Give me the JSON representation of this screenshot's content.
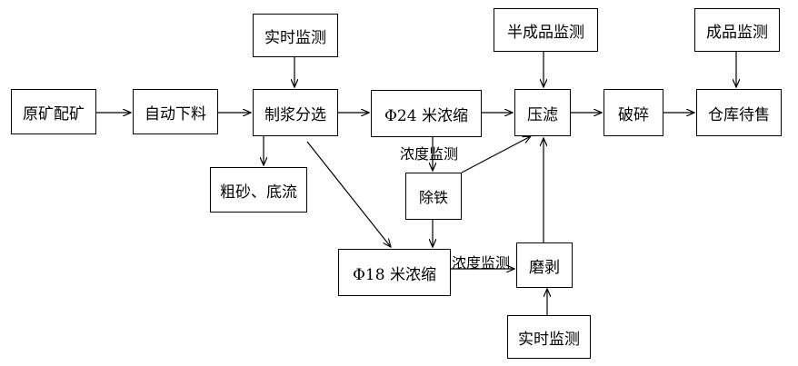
{
  "nodes": {
    "raw_ore": "原矿配矿",
    "auto_feed": "自动下料",
    "slurry": "制浆分选",
    "realtime_top": "实时监测",
    "coarse_sand": "粗砂、底流",
    "thick24": "Φ24 米浓缩",
    "iron_removal": "除铁",
    "thick18": "Φ18 米浓缩",
    "semi_monitor": "半成品监测",
    "press_filter": "压滤",
    "grinding": "磨剥",
    "realtime_bottom": "实时监测",
    "crushing": "破碎",
    "product_monitor": "成品监测",
    "warehouse": "仓库待售"
  },
  "edge_labels": {
    "density_top": "浓度监测",
    "density_bottom": "浓度监测"
  }
}
